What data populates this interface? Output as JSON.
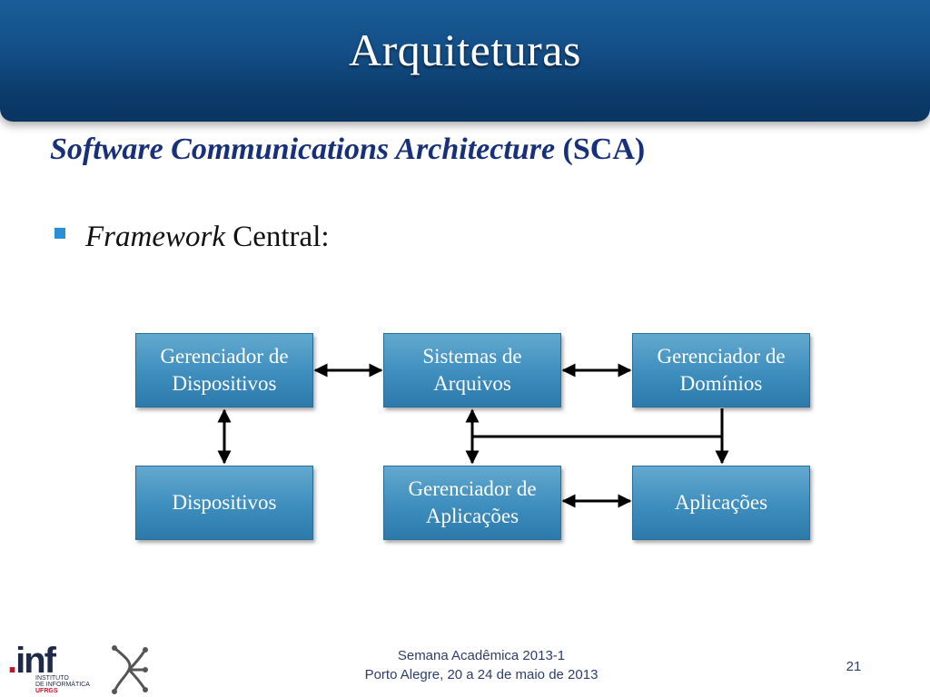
{
  "slide": {
    "title": "Arquiteturas",
    "subtitle_italic": "Software Communications Architecture",
    "subtitle_rest": " (SCA)",
    "bullet_italic": "Framework",
    "bullet_rest": " Central:"
  },
  "diagram": {
    "nodes": [
      {
        "id": "gerenciador-dispositivos",
        "label": "Gerenciador de\nDispositivos"
      },
      {
        "id": "sistemas-arquivos",
        "label": "Sistemas de\nArquivos"
      },
      {
        "id": "gerenciador-dominios",
        "label": "Gerenciador de\nDomínios"
      },
      {
        "id": "dispositivos",
        "label": "Dispositivos"
      },
      {
        "id": "gerenciador-aplicacoes",
        "label": "Gerenciador de\nAplicações"
      },
      {
        "id": "aplicacoes",
        "label": "Aplicações"
      }
    ],
    "edges": [
      {
        "from": "gerenciador-dispositivos",
        "to": "sistemas-arquivos",
        "type": "bidirectional"
      },
      {
        "from": "sistemas-arquivos",
        "to": "gerenciador-dominios",
        "type": "bidirectional"
      },
      {
        "from": "gerenciador-dispositivos",
        "to": "dispositivos",
        "type": "bidirectional"
      },
      {
        "from": "gerenciador-aplicacoes",
        "to": "aplicacoes",
        "type": "bidirectional"
      },
      {
        "from": "sistemas-arquivos",
        "to": "gerenciador-aplicacoes",
        "type": "bidirectional"
      },
      {
        "from": "gerenciador-dominios",
        "to": "aplicacoes",
        "type": "directed"
      }
    ],
    "colors": {
      "node_fill": "#3d8dbd",
      "node_text": "#ffffff",
      "edge": "#000000"
    }
  },
  "footer": {
    "line1": "Semana Acadêmica 2013-1",
    "line2": "Porto Alegre, 20 a 24 de maio de 2013",
    "page_number": "21"
  },
  "logo": {
    "main": "inf",
    "sub1": "INSTITUTO",
    "sub2": "DE INFORMÁTICA",
    "sub3": "UFRGS"
  },
  "theme": {
    "header_color": "#134d85",
    "subtitle_color": "#17307a",
    "bullet_color": "#2a8fd4"
  }
}
